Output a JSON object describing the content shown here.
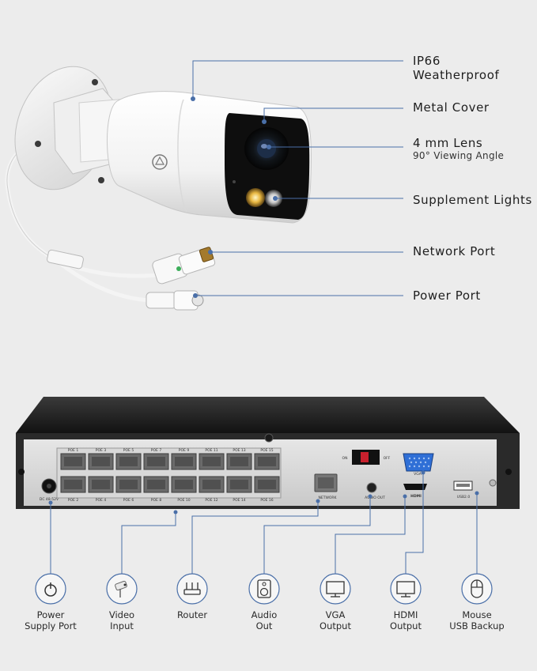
{
  "accent_color": "#4a6fa8",
  "camera_callouts": [
    {
      "main": "IP66",
      "sub": ""
    },
    {
      "main": "Weatherproof",
      "sub": ""
    },
    {
      "main": "Metal Cover",
      "sub": ""
    },
    {
      "main": "4 mm Lens",
      "sub": "90° Viewing Angle"
    },
    {
      "main": "Supplement Lights",
      "sub": ""
    },
    {
      "main": "Network Port",
      "sub": ""
    },
    {
      "main": "Power Port",
      "sub": ""
    }
  ],
  "nvr_ports_top": [
    "POE 1",
    "POE 3",
    "POE 5",
    "POE 7",
    "POE 9",
    "POE 11",
    "POE 13",
    "POE 15"
  ],
  "nvr_ports_bottom": [
    "POE 2",
    "POE 4",
    "POE 6",
    "POE 8",
    "POE 10",
    "POE 12",
    "POE 14",
    "POE 16"
  ],
  "nvr_labels": {
    "dc": "DC 48-52V",
    "network": "NETWORK",
    "audio": "AUDIO OUT",
    "vga": "VGA",
    "hdmi": "HDMI",
    "usb": "USB2.0",
    "on": "ON",
    "off": "OFF"
  },
  "port_icons": [
    {
      "icon": "power-icon",
      "line1": "Power",
      "line2": "Supply Port"
    },
    {
      "icon": "camera-icon",
      "line1": "Video",
      "line2": "Input"
    },
    {
      "icon": "router-icon",
      "line1": "Router",
      "line2": ""
    },
    {
      "icon": "speaker-icon",
      "line1": "Audio",
      "line2": "Out"
    },
    {
      "icon": "monitor-icon",
      "line1": "VGA",
      "line2": "Output"
    },
    {
      "icon": "monitor-icon",
      "line1": "HDMI",
      "line2": "Output"
    },
    {
      "icon": "mouse-icon",
      "line1": "Mouse",
      "line2": "USB Backup"
    }
  ]
}
